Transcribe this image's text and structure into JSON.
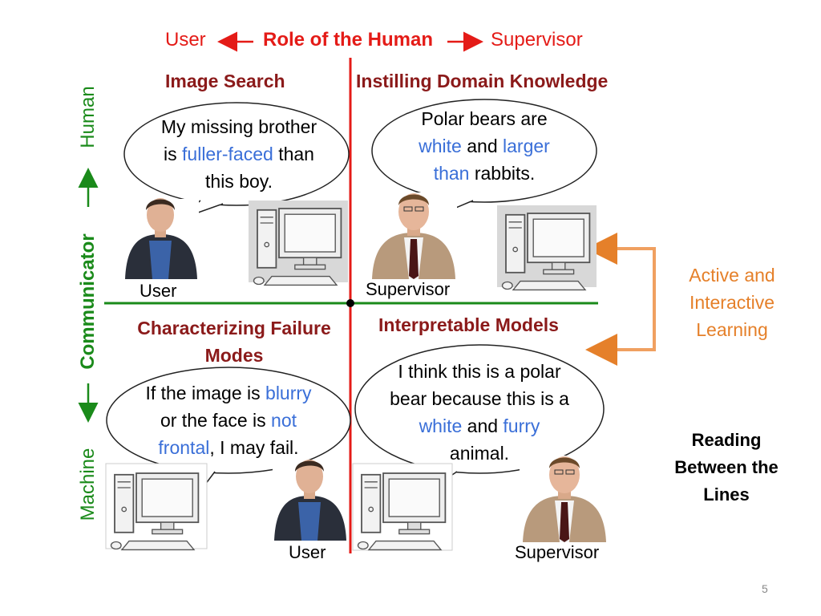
{
  "header": {
    "left": "User",
    "center": "Role of the Human",
    "right": "Supervisor"
  },
  "quadrants": {
    "top_left": {
      "title": "Image Search",
      "bubble": [
        "My missing brother",
        "is ",
        "fuller-faced",
        " than",
        "this boy."
      ],
      "caption": "User"
    },
    "top_right": {
      "title": "Instilling Domain Knowledge",
      "bubble": [
        "Polar bears are",
        "white",
        " and ",
        "larger",
        "than",
        " rabbits."
      ],
      "caption": "Supervisor"
    },
    "bottom_left": {
      "title_line1": "Characterizing Failure",
      "title_line2": "Modes",
      "bubble": [
        "If the image is ",
        "blurry",
        "or the face is ",
        "not",
        "frontal",
        ", I may fail."
      ],
      "caption": "User"
    },
    "bottom_right": {
      "title": "Interpretable Models",
      "bubble": [
        "I think this is a polar",
        "bear because this is a",
        "white",
        " and ",
        "furry",
        "animal."
      ],
      "caption": "Supervisor"
    }
  },
  "vertical_axis": {
    "top": "Human",
    "center": "Communicator",
    "bottom": "Machine"
  },
  "side_note": {
    "line1": "Active and",
    "line2": "Interactive",
    "line3": "Learning"
  },
  "reading": {
    "line1": "Reading",
    "line2": "Between the",
    "line3": "Lines"
  },
  "page_number": "5",
  "colors": {
    "red": "#e41b17",
    "dark_red": "#8b1a1a",
    "green": "#1a8a1a",
    "blue_highlight": "#3a6fd8",
    "orange": "#e5802a"
  }
}
